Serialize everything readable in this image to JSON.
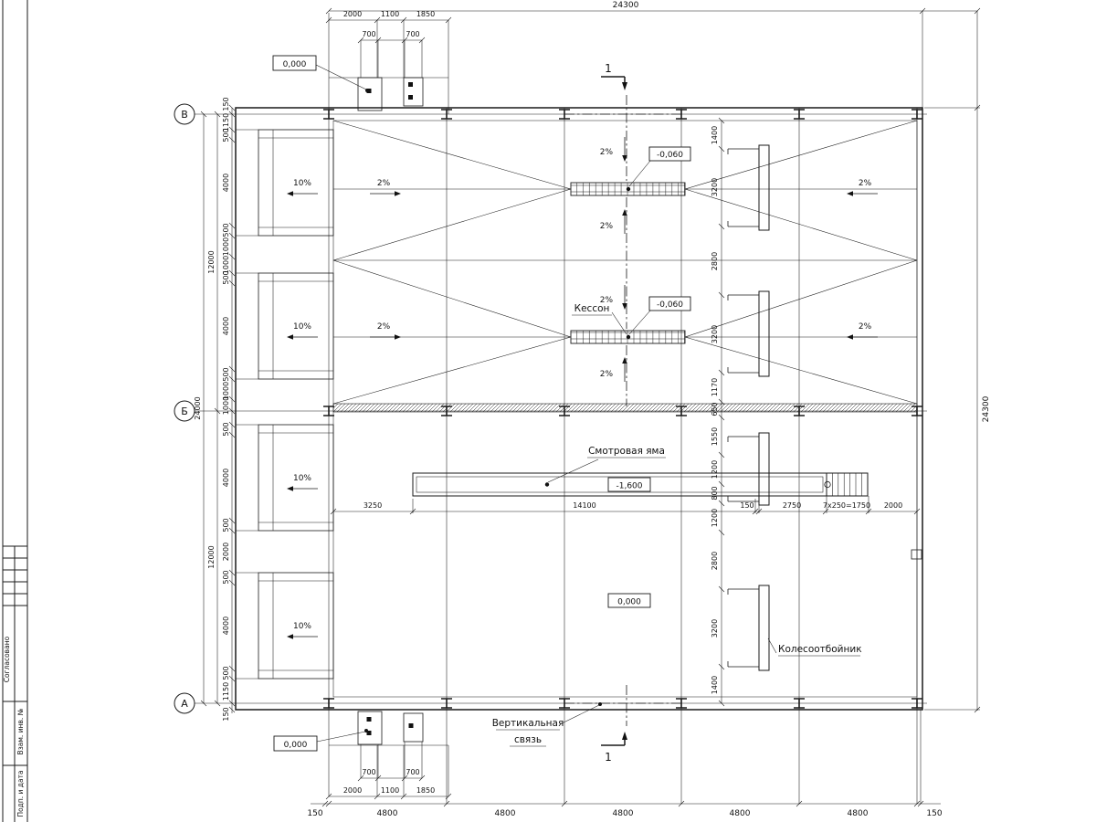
{
  "axes": {
    "top": "В",
    "mid": "Б",
    "bot": "А"
  },
  "section": {
    "mark": "1"
  },
  "elev": {
    "zero": "0,000",
    "m060": "-0,060",
    "m1600": "-1,600"
  },
  "slopes": {
    "s2": "2%",
    "s10": "10%"
  },
  "labels": {
    "caisson": "Кессон",
    "inspection_pit": "Смотровая яма",
    "wheel_guard": "Колесоотбойник",
    "vertical_brace_line1": "Вертикальная",
    "vertical_brace_line2": "связь"
  },
  "dims": {
    "d24300": "24300",
    "d24000": "24000",
    "d12000": "12000",
    "d4800": "4800",
    "d2000": "2000",
    "d1100": "1100",
    "d1850": "1850",
    "d700": "700",
    "d150": "150",
    "d1150": "1150",
    "d500": "500",
    "d4000": "4000",
    "d1000": "1000",
    "d1400": "1400",
    "d3200": "3200",
    "d2800": "2800",
    "d1170": "1170",
    "d650": "650",
    "d1550": "1550",
    "d1200": "1200",
    "d800": "800",
    "d3250": "3250",
    "d14100": "14100",
    "d2750": "2750",
    "d7x250": "7х250=1750"
  },
  "titleblock": {
    "agreed": "Согласовано",
    "vzam": "Взам. инв. №",
    "podp": "Подп. и дата"
  }
}
